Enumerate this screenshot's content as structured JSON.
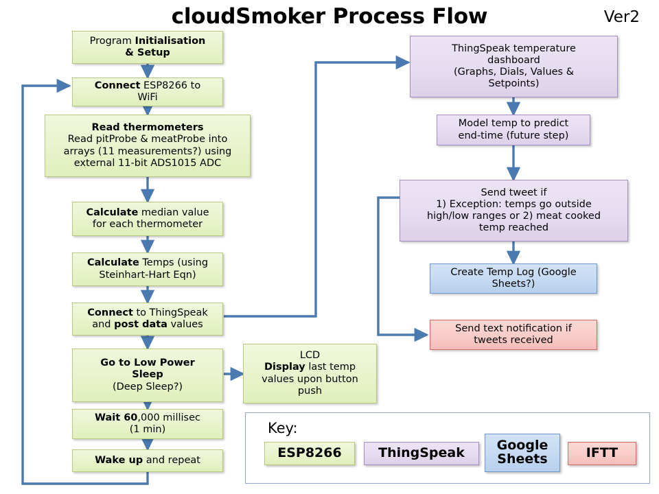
{
  "header": {
    "title": "cloudSmoker Process Flow",
    "version": "Ver2"
  },
  "colors": {
    "esp8266_fill": "#e6f2c8",
    "esp8266_border": "#b6c97e",
    "thingspeak_fill": "#e4dcef",
    "thingspeak_border": "#a68cc0",
    "googlesheets_fill": "#c5daf2",
    "googlesheets_border": "#6f97c9",
    "iftt_fill": "#f9ccc8",
    "iftt_border": "#d06b63",
    "connector": "#4a7ab0",
    "panel_border": "#8fa8c8"
  },
  "nodes": {
    "init": {
      "group": "esp8266",
      "lines": [
        [
          {
            "t": "Program ",
            "b": false
          },
          {
            "t": "Initialisation",
            "b": true
          }
        ],
        [
          {
            "t": "& Setup",
            "b": true
          }
        ]
      ]
    },
    "connect_wifi": {
      "group": "esp8266",
      "lines": [
        [
          {
            "t": "Connect",
            "b": true
          },
          {
            "t": " ESP8266 to",
            "b": false
          }
        ],
        [
          {
            "t": "WiFi",
            "b": false
          }
        ]
      ]
    },
    "read_therm": {
      "group": "esp8266",
      "lines": [
        [
          {
            "t": "Read thermometers",
            "b": true
          }
        ],
        [
          {
            "t": "Read pitProbe & meatProbe into",
            "b": false
          }
        ],
        [
          {
            "t": "arrays (11 measurements?) using",
            "b": false
          }
        ],
        [
          {
            "t": "external 11-bit ADS1015 ADC",
            "b": false
          }
        ]
      ]
    },
    "median": {
      "group": "esp8266",
      "lines": [
        [
          {
            "t": "Calculate",
            "b": true
          },
          {
            "t": " median value",
            "b": false
          }
        ],
        [
          {
            "t": "for each thermometer",
            "b": false
          }
        ]
      ]
    },
    "calc_temps": {
      "group": "esp8266",
      "lines": [
        [
          {
            "t": "Calculate",
            "b": true
          },
          {
            "t": " Temps (using",
            "b": false
          }
        ],
        [
          {
            "t": "Steinhart-Hart Eqn)",
            "b": false
          }
        ]
      ]
    },
    "post_data": {
      "group": "esp8266",
      "lines": [
        [
          {
            "t": "Connect",
            "b": true
          },
          {
            "t": " to ThingSpeak",
            "b": false
          }
        ],
        [
          {
            "t": "and ",
            "b": false
          },
          {
            "t": "post data",
            "b": true
          },
          {
            "t": " values",
            "b": false
          }
        ]
      ]
    },
    "sleep": {
      "group": "esp8266",
      "lines": [
        [
          {
            "t": "Go to Low Power",
            "b": true
          }
        ],
        [
          {
            "t": "Sleep",
            "b": true
          }
        ],
        [
          {
            "t": "(Deep Sleep?)",
            "b": false
          }
        ]
      ]
    },
    "wait": {
      "group": "esp8266",
      "lines": [
        [
          {
            "t": "Wait 60",
            "b": true
          },
          {
            "t": ",000 millisec",
            "b": false
          }
        ],
        [
          {
            "t": "(1 min)",
            "b": false
          }
        ]
      ]
    },
    "wake": {
      "group": "esp8266",
      "lines": [
        [
          {
            "t": "Wake up",
            "b": true
          },
          {
            "t": " and repeat",
            "b": false
          }
        ]
      ]
    },
    "lcd": {
      "group": "esp8266",
      "lines": [
        [
          {
            "t": "LCD",
            "b": false
          }
        ],
        [
          {
            "t": "Display",
            "b": true
          },
          {
            "t": " last temp",
            "b": false
          }
        ],
        [
          {
            "t": "values upon button",
            "b": false
          }
        ],
        [
          {
            "t": "push",
            "b": false
          }
        ]
      ]
    },
    "dashboard": {
      "group": "thingspeak",
      "lines": [
        [
          {
            "t": "ThingSpeak temperature",
            "b": false
          }
        ],
        [
          {
            "t": "dashboard",
            "b": false
          }
        ],
        [
          {
            "t": "(Graphs, Dials, Values &",
            "b": false
          }
        ],
        [
          {
            "t": "Setpoints)",
            "b": false
          }
        ]
      ]
    },
    "model": {
      "group": "thingspeak",
      "lines": [
        [
          {
            "t": "Model temp to predict",
            "b": false
          }
        ],
        [
          {
            "t": "end-time (future step)",
            "b": false
          }
        ]
      ]
    },
    "tweet": {
      "group": "thingspeak",
      "lines": [
        [
          {
            "t": "Send tweet if",
            "b": false
          }
        ],
        [
          {
            "t": "1) Exception: temps go outside",
            "b": false
          }
        ],
        [
          {
            "t": "high/low ranges or 2) meat cooked",
            "b": false
          }
        ],
        [
          {
            "t": "temp reached",
            "b": false
          }
        ]
      ]
    },
    "templog": {
      "group": "googlesheets",
      "lines": [
        [
          {
            "t": "Create Temp Log (Google",
            "b": false
          }
        ],
        [
          {
            "t": "Sheets?)",
            "b": false
          }
        ]
      ]
    },
    "textnotify": {
      "group": "iftt",
      "lines": [
        [
          {
            "t": "Send text notification if",
            "b": false
          }
        ],
        [
          {
            "t": "tweets received",
            "b": false
          }
        ]
      ]
    }
  },
  "key": {
    "label": "Key:",
    "items": [
      {
        "name": "esp8266",
        "label": "ESP8266",
        "group": "esp8266"
      },
      {
        "name": "thingspeak",
        "label": "ThingSpeak",
        "group": "thingspeak"
      },
      {
        "name": "googlesheets",
        "label": "Google\nSheets",
        "group": "googlesheets"
      },
      {
        "name": "iftt",
        "label": "IFTT",
        "group": "iftt"
      }
    ]
  }
}
